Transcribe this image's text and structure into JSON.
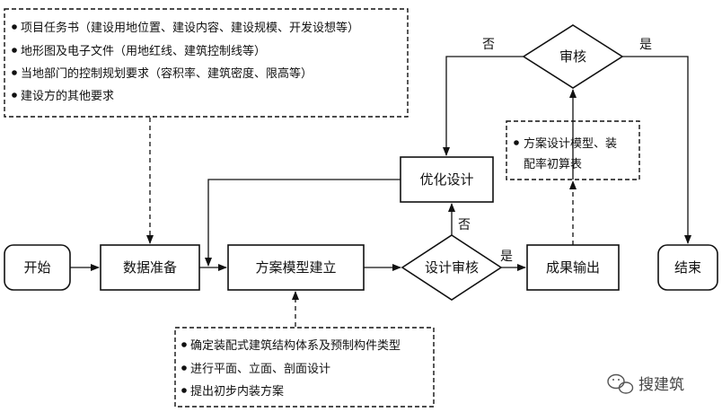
{
  "nodes": {
    "start": "开始",
    "data_prep": "数据准备",
    "scheme_model": "方案模型建立",
    "design_review": "设计审核",
    "optimize": "优化设计",
    "output": "成果输出",
    "review": "审核",
    "end": "结束"
  },
  "notes": {
    "inputs": [
      "项目任务书（建设用地位置、建设内容、建设规模、开发设想等）",
      "地形图及电子文件（用地红线、建筑控制线等）",
      "当地部门的控制规划要求（容积率、建筑密度、限高等）",
      "建设方的其他要求"
    ],
    "modeling": [
      "确定装配式建筑结构体系及预制构件类型",
      "进行平面、立面、剖面设计",
      "提出初步内装方案"
    ],
    "results": [
      "方案设计模型、装",
      "配率初算表"
    ]
  },
  "edge_labels": {
    "design_review_no": "否",
    "design_review_yes": "是",
    "review_no": "否",
    "review_yes": "是"
  },
  "watermark": {
    "text": "搜建筑",
    "icon": "wechat-icon"
  }
}
